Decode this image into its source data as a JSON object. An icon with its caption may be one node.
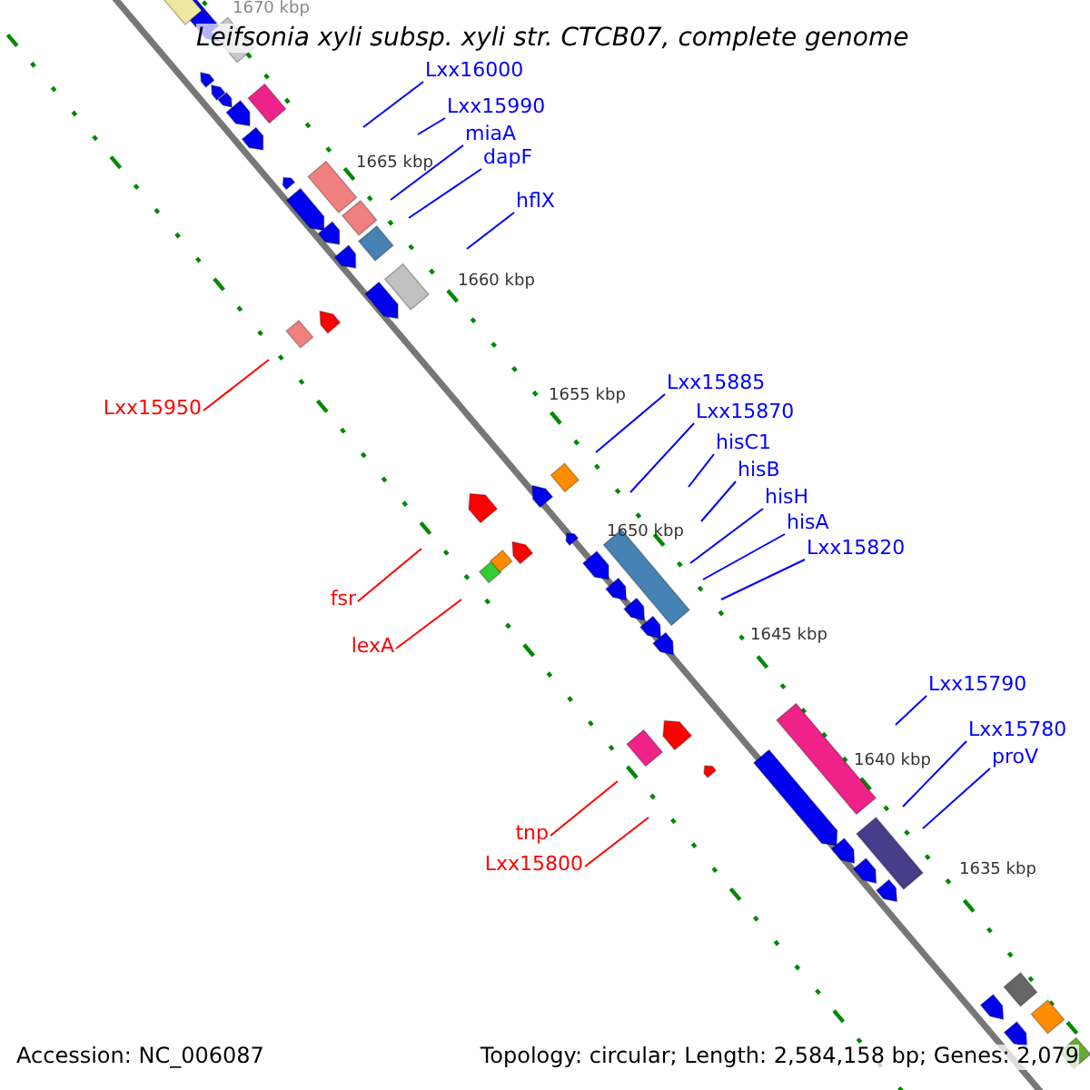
{
  "diagram": {
    "title": "Leifsonia xyli subsp. xyli str. CTCB07, complete genome",
    "nodes": [
      {
        "text": [
          "Lxx16000"
        ]
      },
      {
        "text": [
          "Lxx15990"
        ]
      },
      {
        "text": [
          "miaA"
        ]
      },
      {
        "text": [
          "dapF"
        ]
      },
      {
        "text": [
          "hflX"
        ]
      },
      {
        "text": [
          "Lxx15950"
        ]
      },
      {
        "text": [
          "Lxx15885"
        ]
      },
      {
        "text": [
          "Lxx15870"
        ]
      },
      {
        "text": [
          "hisC1"
        ]
      },
      {
        "text": [
          "hisB"
        ]
      },
      {
        "text": [
          "hisH"
        ]
      },
      {
        "text": [
          "hisA"
        ]
      },
      {
        "text": [
          "Lxx15820"
        ]
      },
      {
        "text": [
          "fsr"
        ]
      },
      {
        "text": [
          "lexA"
        ]
      },
      {
        "text": [
          "Lxx15790"
        ]
      },
      {
        "text": [
          "Lxx15780"
        ]
      },
      {
        "text": [
          "proV"
        ]
      },
      {
        "text": [
          "tnp"
        ]
      },
      {
        "text": [
          "Lxx15800"
        ]
      }
    ],
    "edges": [
      {
        "from": 0,
        "to": null,
        "arrow": "none"
      },
      {
        "from": 1,
        "to": null,
        "arrow": "none"
      },
      {
        "from": 2,
        "to": null,
        "arrow": "none"
      },
      {
        "from": 3,
        "to": null,
        "arrow": "none"
      },
      {
        "from": 4,
        "to": null,
        "arrow": "none"
      },
      {
        "from": 5,
        "to": null,
        "arrow": "none",
        "color": "#ff0000"
      },
      {
        "from": 6,
        "to": null,
        "arrow": "none"
      },
      {
        "from": 7,
        "to": null,
        "arrow": "none"
      },
      {
        "from": 8,
        "to": null,
        "arrow": "none"
      },
      {
        "from": 9,
        "to": null,
        "arrow": "none"
      },
      {
        "from": 10,
        "to": null,
        "arrow": "none"
      },
      {
        "from": 11,
        "to": null,
        "arrow": "none"
      },
      {
        "from": 12,
        "to": null,
        "arrow": "none"
      },
      {
        "from": 13,
        "to": null,
        "arrow": "none",
        "color": "#ff0000"
      },
      {
        "from": 14,
        "to": null,
        "arrow": "none",
        "color": "#ff0000"
      },
      {
        "from": 15,
        "to": null,
        "arrow": "none"
      },
      {
        "from": 16,
        "to": null,
        "arrow": "none"
      },
      {
        "from": 17,
        "to": null,
        "arrow": "none"
      },
      {
        "from": 18,
        "to": null,
        "arrow": "none",
        "color": "#ff0000"
      },
      {
        "from": 19,
        "to": null,
        "arrow": "none",
        "color": "#ff0000"
      }
    ],
    "labels": [
      "1670 kbp",
      "1665 kbp",
      "1660 kbp",
      "1655 kbp",
      "1650 kbp",
      "1645 kbp",
      "1640 kbp",
      "1635 kbp",
      "Accession: NC_006087",
      "Topology: circular; Length: 2,584,158 bp; Genes: 2,079"
    ]
  }
}
